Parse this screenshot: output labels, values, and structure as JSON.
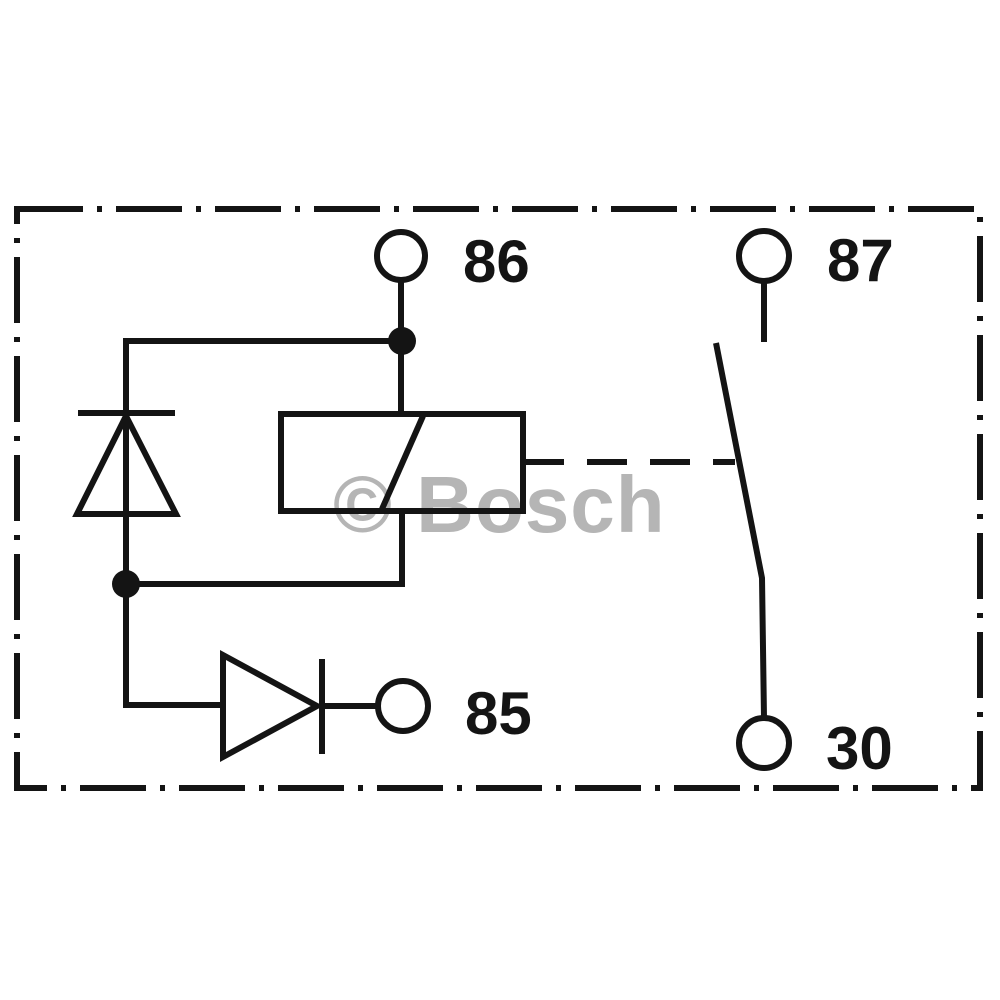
{
  "diagram": {
    "kind": "relay-schematic",
    "line_color": "#141414",
    "background": "#ffffff",
    "terminals": {
      "t86": {
        "label": "86"
      },
      "t87": {
        "label": "87"
      },
      "t85": {
        "label": "85"
      },
      "t30": {
        "label": "30"
      }
    },
    "components": {
      "coil": "relay-coil",
      "parallel_diode": "suppression-diode",
      "series_diode": "series-diode",
      "contact": "normally-open-switch-contact",
      "housing": "relay-housing-boundary"
    },
    "watermark": {
      "text": "© Bosch",
      "color": "#b5b5b5"
    }
  }
}
